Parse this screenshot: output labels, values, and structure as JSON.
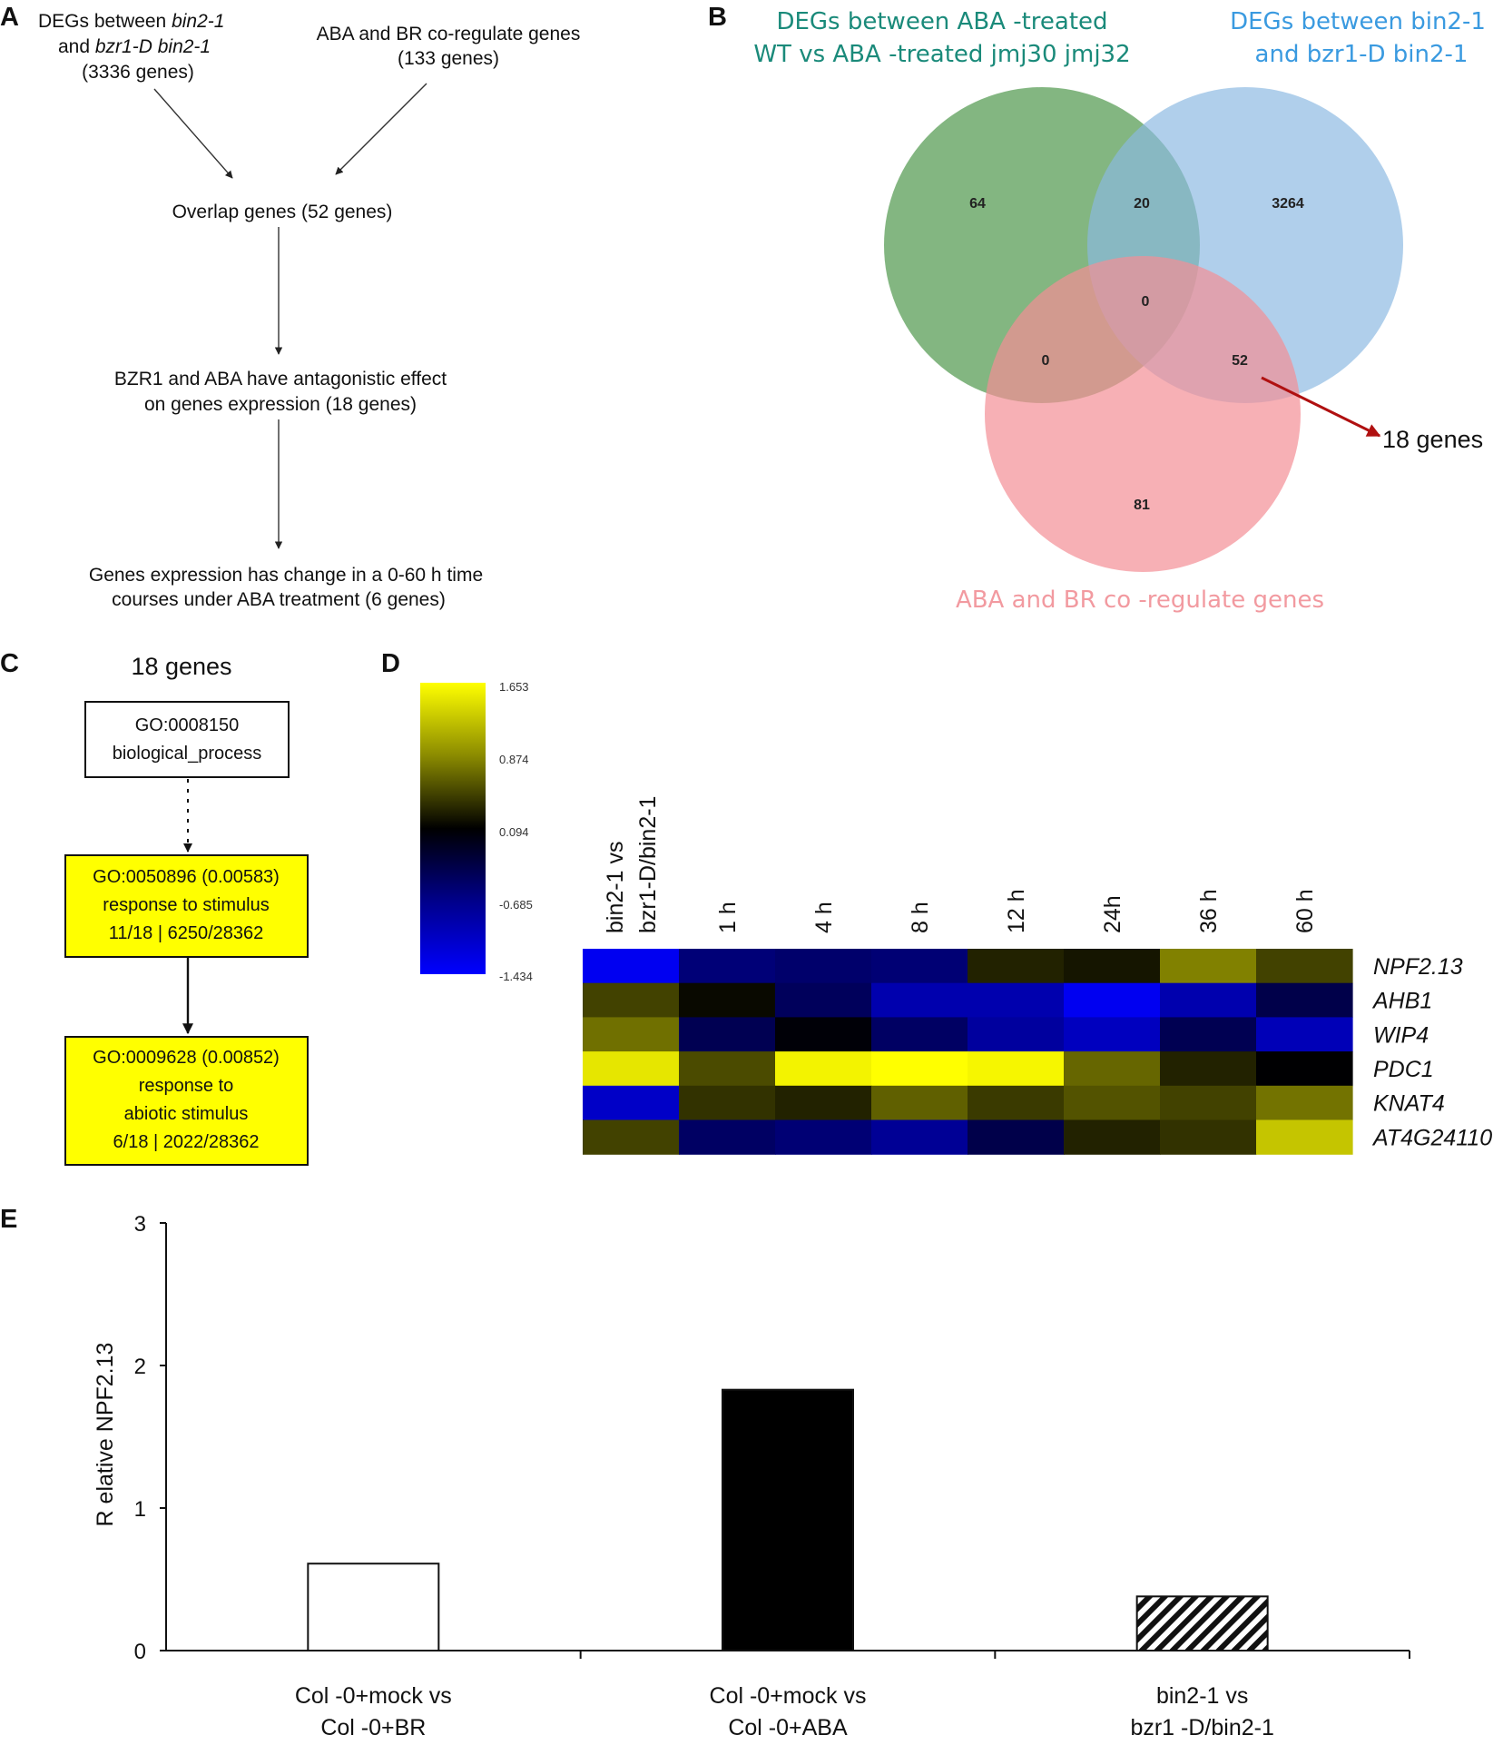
{
  "panels": {
    "a": "A",
    "b": "B",
    "c": "C",
    "d": "D",
    "e": "E"
  },
  "panel_a": {
    "box1": {
      "line1_plain": "DEGs between ",
      "line1_italic": "bin2-1",
      "line2_plain": "and ",
      "line2_italic": "bzr1-D bin2-1",
      "line3": "(3336 genes)"
    },
    "box2": {
      "line1": "ABA and  BR co-regulate genes",
      "line2": "(133 genes)"
    },
    "step3": "Overlap genes (52 genes)",
    "step4": {
      "line1": "BZR1 and ABA have antagonistic effect",
      "line2": "on genes expression  (18 genes)"
    },
    "step5": {
      "line1": "Genes expression has change in a 0-60 h time",
      "line2": "courses under ABA treatment (6 genes)"
    }
  },
  "panel_b": {
    "set_green": {
      "line1": "DEGs between ABA    -treated",
      "line2": "WT  vs ABA  -treated  jmj30 jmj32"
    },
    "set_blue": {
      "line1": "DEGs between    bin2-1",
      "line2": "and  bzr1-D bin2-1"
    },
    "set_pink": "ABA  and  BR co    -regulate genes",
    "counts": {
      "green_only": "64",
      "green_blue": "20",
      "blue_only": "3264",
      "center": "0",
      "green_pink": "0",
      "blue_pink": "52",
      "pink_only": "81"
    },
    "callout": "18 genes",
    "colors": {
      "green": "#5a9e57",
      "blue": "#8ab8e2",
      "pink": "#f48f95",
      "green_text": "#1a8a7a",
      "blue_text": "#3a9ae0",
      "pink_text": "#f29aa0",
      "arrow": "#b01010"
    }
  },
  "panel_c": {
    "title": "18 genes",
    "root": {
      "line1": "GO:0008150",
      "line2": "biological_process"
    },
    "node1": {
      "line1": "GO:0050896 (0.00583)",
      "line2": "response to stimulus",
      "line3": "11/18 | 6250/28362"
    },
    "node2": {
      "line1": "GO:0009628 (0.00852)",
      "line2": "response to",
      "line3": "abiotic stimulus",
      "line4": "6/18 | 2022/28362"
    },
    "highlight": "#ffff00"
  },
  "panel_d": {
    "colorbar_labels": [
      "1.653",
      "0.874",
      "0.094",
      "-0.685",
      "-1.434"
    ],
    "column_headers": [
      [
        "bin2-1 vs",
        "bzr1-D/bin2-1"
      ],
      [
        "1 h"
      ],
      [
        "4 h"
      ],
      [
        "8 h"
      ],
      [
        "12 h"
      ],
      [
        "24h"
      ],
      [
        "36 h"
      ],
      [
        "60 h"
      ]
    ],
    "genes": [
      "NPF2.13",
      "AHB1",
      "WIP4",
      "PDC1",
      "KNAT4",
      "AT4G24110"
    ],
    "values": [
      [
        -1.35,
        -0.62,
        -0.55,
        -0.6,
        0.3,
        0.22,
        0.88,
        0.5
      ],
      [
        0.5,
        0.15,
        -0.45,
        -0.95,
        -0.95,
        -1.35,
        -0.95,
        -0.35
      ],
      [
        0.78,
        -0.4,
        0.05,
        -0.5,
        -0.85,
        -1.05,
        -0.4,
        -1.0
      ],
      [
        1.5,
        0.55,
        1.58,
        1.65,
        1.6,
        0.72,
        0.3,
        0.08
      ],
      [
        -1.1,
        0.4,
        0.3,
        0.68,
        0.45,
        0.6,
        0.5,
        0.8
      ],
      [
        0.5,
        -0.5,
        -0.6,
        -0.8,
        -0.35,
        0.3,
        0.4,
        1.3
      ]
    ]
  },
  "panel_e": {
    "chart_data": {
      "type": "bar",
      "categories": [
        [
          "Col -0+mock vs",
          "Col -0+BR"
        ],
        [
          "Col -0+mock vs",
          "Col -0+ABA"
        ],
        [
          "bin2-1  vs",
          "bzr1 -D/bin2-1"
        ]
      ],
      "values": [
        0.61,
        1.83,
        0.38
      ],
      "fills": [
        "white",
        "black",
        "hatched"
      ],
      "ylabel": "R elative NPF2.13",
      "ylim": [
        0,
        3
      ],
      "yticks": [
        "0",
        "1",
        "2",
        "3"
      ]
    }
  }
}
